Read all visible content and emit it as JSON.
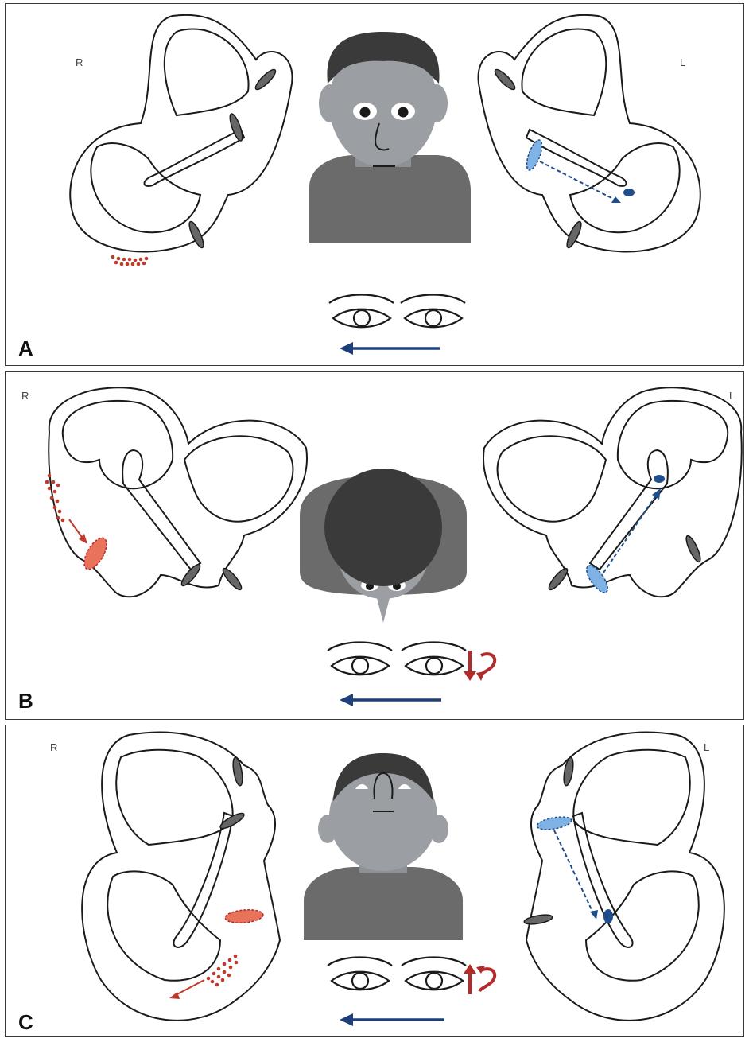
{
  "panels": [
    {
      "letter": "A",
      "right_label": "R",
      "left_label": "L",
      "head_view": "front",
      "torsion": "none"
    },
    {
      "letter": "B",
      "right_label": "R",
      "left_label": "L",
      "head_view": "top-down (head hanging, nose down)",
      "torsion": "downbeat-torsional"
    },
    {
      "letter": "C",
      "right_label": "R",
      "left_label": "L",
      "head_view": "chin-up (face up)",
      "torsion": "upbeat-torsional"
    }
  ],
  "colors": {
    "outline": "#1a1a1a",
    "otoconia": "#c0392b",
    "cupula_right": "#e8735a",
    "cupula_left_light": "#7fb2e5",
    "cupula_left_dark": "#1f4e8c",
    "gaze_arrow": "#1f3f7a",
    "torsion_arrow": "#b22b2b",
    "head_skin": "#9b9ea3",
    "head_hair": "#3a3a3a",
    "shirt": "#6b6b6b"
  },
  "icons": {
    "eyes": "eye-pair-icon",
    "gaze": "left-arrow-icon",
    "torsion": "torsion-arrow-icon"
  }
}
